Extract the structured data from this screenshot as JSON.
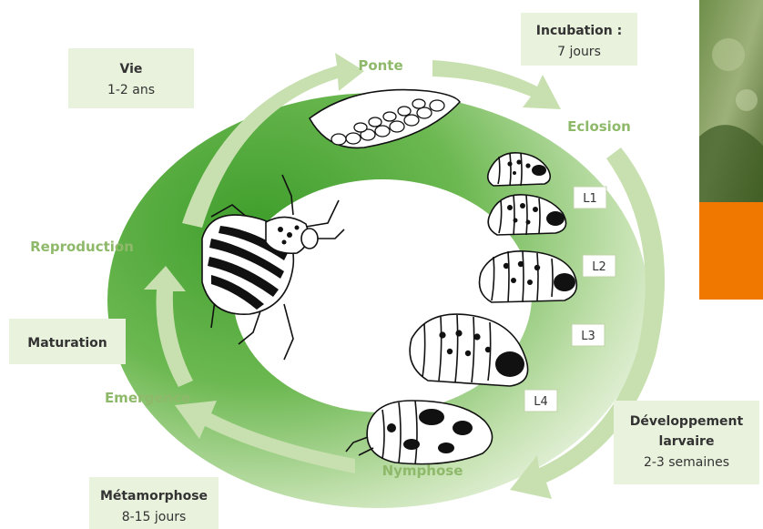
{
  "cycle_stages": {
    "ponte": "Ponte",
    "eclosion": "Eclosion",
    "nymphose": "Nymphose",
    "emergence": "Emergence",
    "reproduction": "Reproduction"
  },
  "info_boxes": {
    "vie": {
      "title": "Vie",
      "value": "1-2 ans"
    },
    "incubation": {
      "title": "Incubation :",
      "value": "7 jours"
    },
    "maturation": {
      "title": "Maturation"
    },
    "developpement": {
      "title_line1": "Développement",
      "title_line2": "larvaire",
      "value": "2-3 semaines"
    },
    "metamorphose": {
      "title": "Métamorphose",
      "value": "8-15 jours"
    }
  },
  "larval_stages": [
    "L1",
    "L2",
    "L3",
    "L4"
  ],
  "colors": {
    "ring_dark": "#4ea83a",
    "ring_light": "#d9ecc8",
    "arrow": "#c8e0b0",
    "label_green": "#8fb96a",
    "box_fill": "#e9f2dc",
    "orange": "#f07800"
  }
}
